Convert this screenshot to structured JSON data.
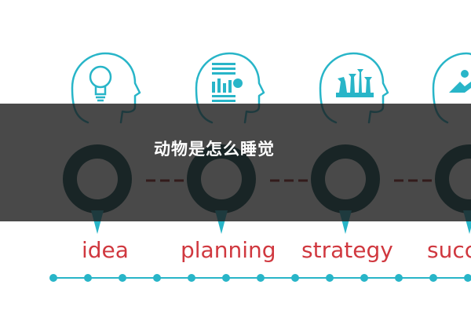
{
  "overlay": {
    "title": "动物是怎么睡觉"
  },
  "steps": [
    {
      "label": "idea",
      "icon": "lightbulb-icon"
    },
    {
      "label": "planning",
      "icon": "document-chart-icon"
    },
    {
      "label": "strategy",
      "icon": "chess-pieces-icon"
    },
    {
      "label": "succ",
      "icon": "success-figure-icon"
    }
  ],
  "colors": {
    "teal": "#28b5c8",
    "dark_teal": "#0f4a52",
    "label_red": "#d0383f",
    "dash_red": "#8b1a1a",
    "overlay": "#1c1c1c"
  }
}
